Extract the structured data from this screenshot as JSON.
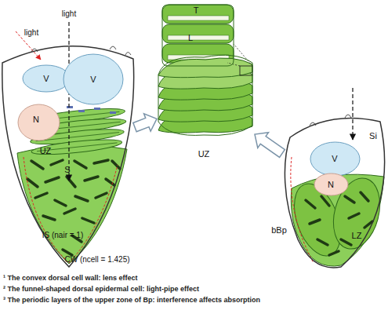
{
  "diagram": {
    "nodes": [
      {
        "text": [
          "UZ",
          "S"
        ]
      },
      {
        "text": [
          "V"
        ],
        "in": 0
      },
      {
        "text": [
          "V"
        ],
        "in": 0
      },
      {
        "text": [
          "N"
        ],
        "in": 0
      },
      {
        "text": [
          "UZ"
        ]
      },
      {
        "text": [
          "T",
          "L"
        ]
      },
      {
        "text": [
          "Si",
          "LZ",
          "bBp"
        ]
      },
      {
        "text": [
          "V"
        ],
        "in": 6
      },
      {
        "text": [
          "N"
        ],
        "in": 6
      }
    ],
    "edges": [
      {
        "from": 0,
        "to": 4,
        "arrow": "to"
      },
      {
        "from": 6,
        "to": 4,
        "arrow": "to"
      }
    ],
    "labels": [
      "light",
      "light",
      "IS (nair = 1)",
      "CW (ncell = 1.425)",
      "¹ The convex dorsal cell wall: lens effect",
      "² The funnel-shaped dorsal epidermal cell: light-pipe effect",
      "³ The periodic layers of the upper zone of Bp: interference affects absorption"
    ]
  }
}
